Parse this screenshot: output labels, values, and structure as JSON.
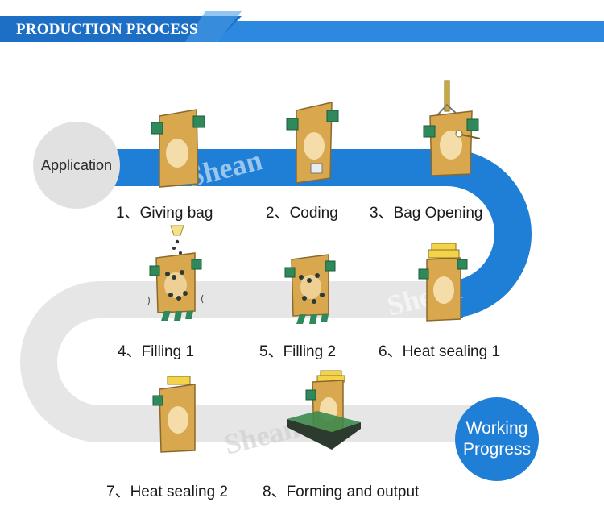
{
  "header": {
    "title": "PRODUCTION PROCESS"
  },
  "start_label": "Application",
  "end_label_line1": "Working",
  "end_label_line2": "Progress",
  "watermark": "Shean",
  "steps": [
    {
      "label": "1、Giving bag",
      "icon": "bag-with-grippers-icon"
    },
    {
      "label": "2、Coding",
      "icon": "bag-coding-icon"
    },
    {
      "label": "3、Bag Opening",
      "icon": "bag-opening-icon"
    },
    {
      "label": "4、Filling 1",
      "icon": "bag-filling-icon"
    },
    {
      "label": "5、Filling 2",
      "icon": "bag-filled-icon"
    },
    {
      "label": "6、Heat sealing 1",
      "icon": "heat-sealer-icon"
    },
    {
      "label": "7、Heat sealing 2",
      "icon": "heat-sealer-icon"
    },
    {
      "label": "8、Forming and output",
      "icon": "conveyor-output-icon"
    }
  ],
  "colors": {
    "primary_blue": "#1f7fd6",
    "track_gray": "#e6e6e6",
    "circle_gray": "#e1e1e1",
    "bag_kraft": "#d9a74e",
    "gripper_green": "#2f8a5b",
    "header_text": "#ffffff"
  }
}
